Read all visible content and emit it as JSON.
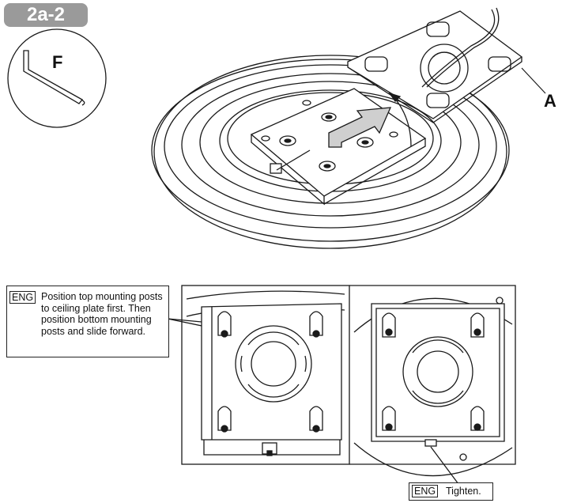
{
  "step": {
    "badge": "2a-2"
  },
  "tool": {
    "letter": "F"
  },
  "part_label": "A",
  "notes": {
    "position": {
      "lang": "ENG",
      "text": "Position top mounting posts to ceiling plate first. Then position bottom mounting posts and slide forward."
    },
    "tighten": {
      "lang": "ENG",
      "text": "Tighten."
    }
  }
}
